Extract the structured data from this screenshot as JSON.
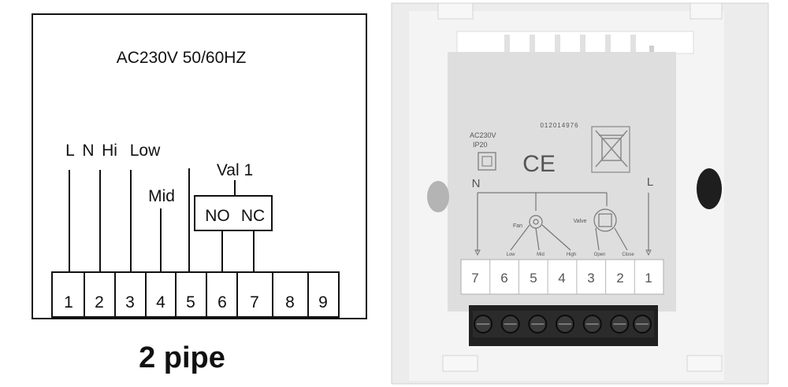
{
  "wiring": {
    "supply": "AC230V 50/60HZ",
    "wire_labels": [
      "L",
      "N",
      "Hi",
      "Low"
    ],
    "mid_label": "Mid",
    "valve_label": "Val 1",
    "no_label": "NO",
    "nc_label": "NC",
    "terminals": [
      "1",
      "2",
      "3",
      "4",
      "5",
      "6",
      "7",
      "8",
      "9"
    ],
    "caption": "2 pipe"
  },
  "panel": {
    "serial": "012014976",
    "rating": "AC230V",
    "ip": "IP20",
    "ce": "CE",
    "n_label": "N",
    "l_label": "L",
    "fan_label": "Fan",
    "valve_label": "Valve",
    "speed_labels": [
      "Low",
      "Mid",
      "High"
    ],
    "valve_pos": [
      "Open",
      "Close"
    ],
    "terminals": [
      "7",
      "6",
      "5",
      "4",
      "3",
      "2",
      "1"
    ],
    "colors": {
      "panel": "#ececec",
      "plate": "#dedede",
      "block": "#202020"
    }
  }
}
